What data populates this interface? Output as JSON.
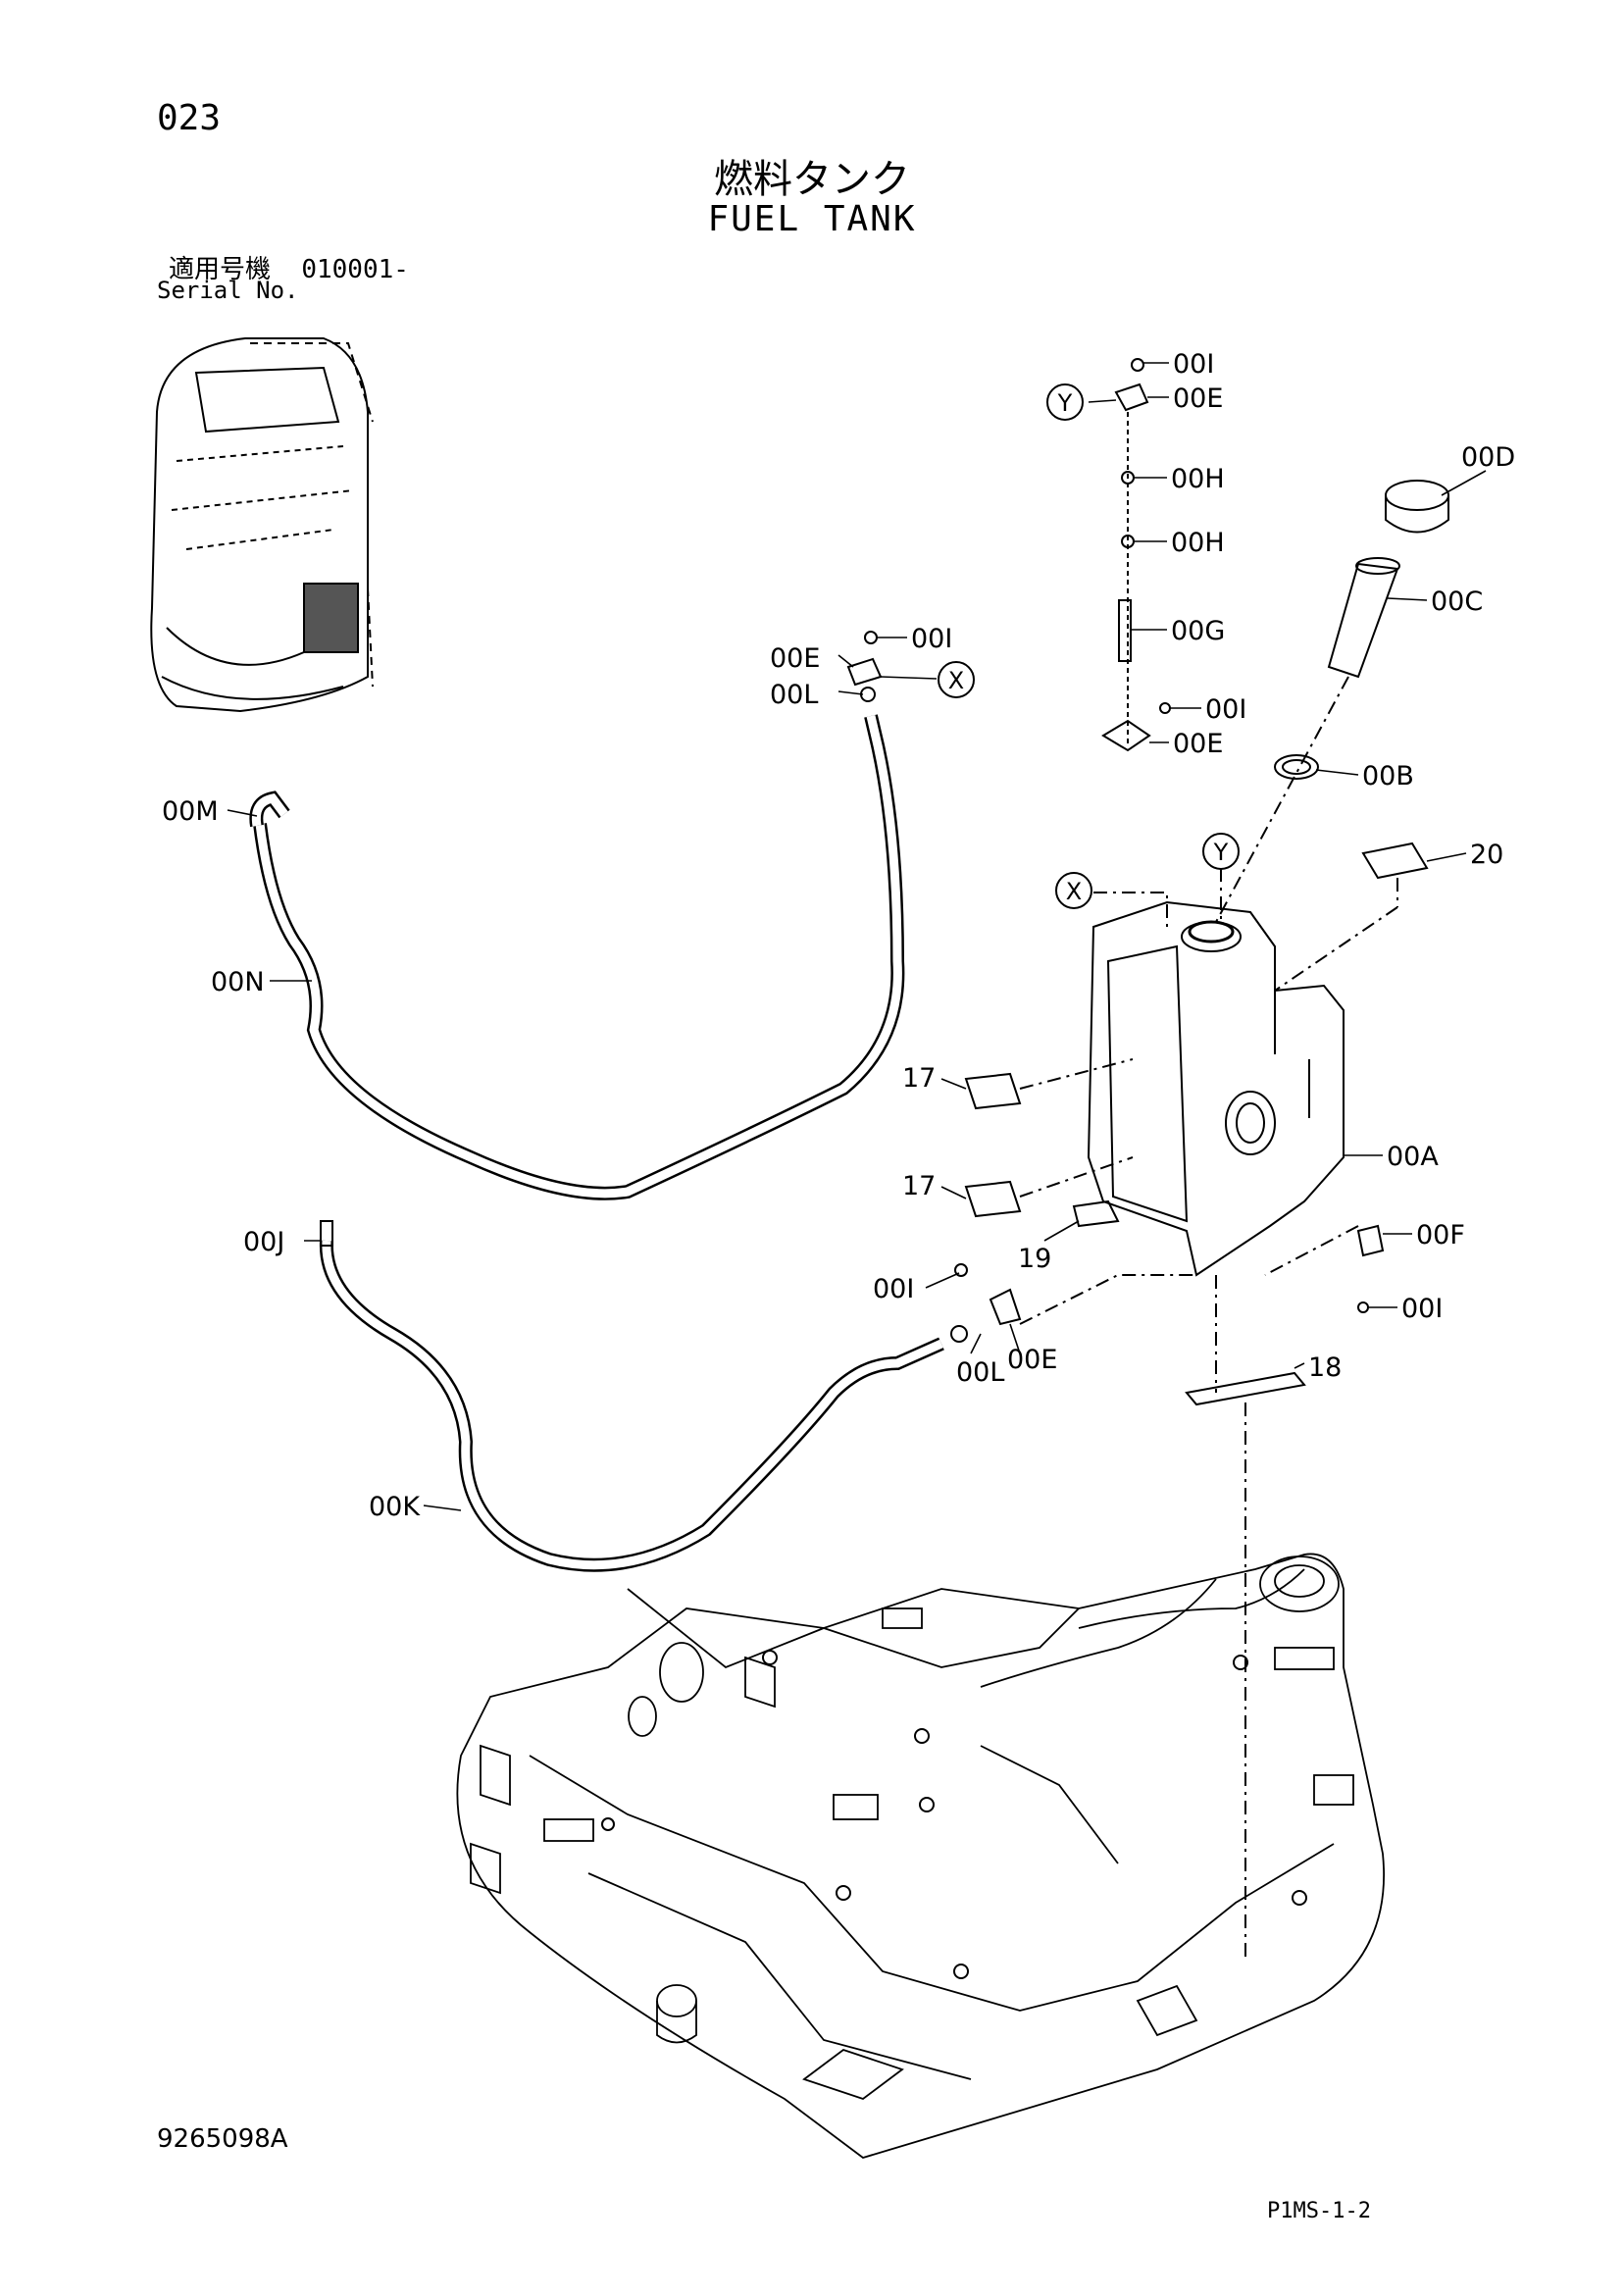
{
  "header": {
    "page_number": "023",
    "title_jp": "燃料タンク",
    "title_en": "FUEL TANK",
    "serial_label_jp": "適用号機",
    "serial_range": "010001-",
    "serial_label_en": "Serial No."
  },
  "footer": {
    "document_number": "9265098A",
    "page_code": "P1MS-1-2"
  },
  "callouts": {
    "p00I_a": "00I",
    "p00E_a": "00E",
    "p00H_a": "00H",
    "p00H_b": "00H",
    "p00G": "00G",
    "p00I_b": "00I",
    "p00E_b": "00E",
    "p00D": "00D",
    "p00C": "00C",
    "p00B": "00B",
    "p20": "20",
    "p00I_c": "00I",
    "p00E_c": "00E",
    "p00L_a": "00L",
    "p00M": "00M",
    "p00N": "00N",
    "p17_a": "17",
    "p17_b": "17",
    "p19": "19",
    "p00A": "00A",
    "p00F": "00F",
    "p00I_d": "00I",
    "p00J": "00J",
    "p00I_e": "00I",
    "p00L_b": "00L",
    "p00E_d": "00E",
    "p18": "18",
    "p00K": "00K"
  },
  "reference_marks": {
    "x_top": "X",
    "y_top": "Y",
    "x_tank": "X",
    "y_tank": "Y"
  }
}
